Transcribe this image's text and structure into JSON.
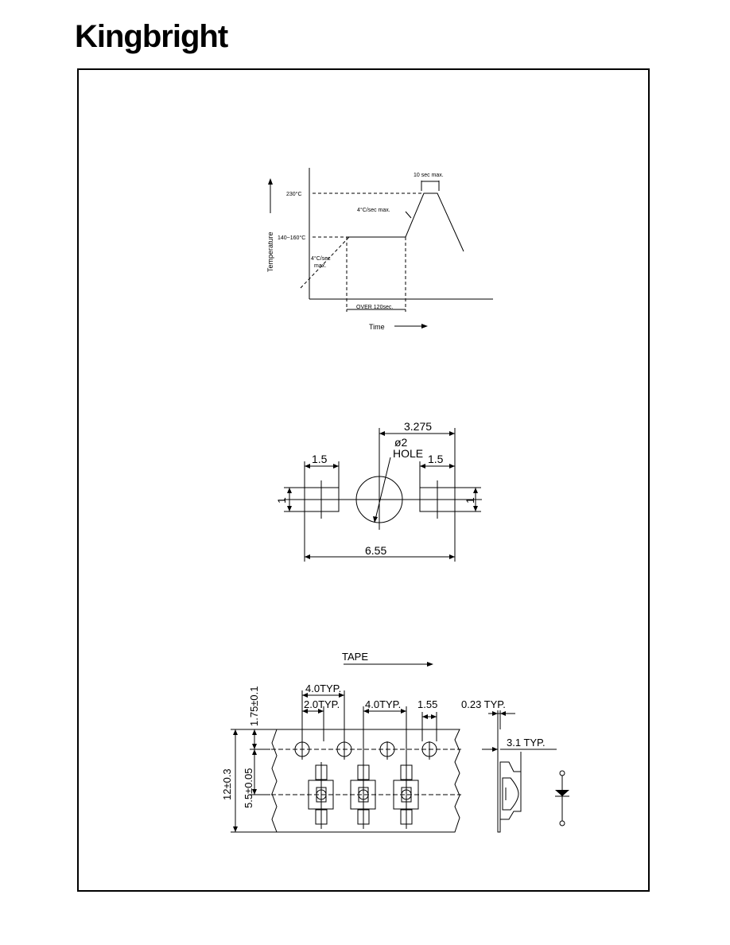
{
  "brand": {
    "name": "Kingbright"
  },
  "profile": {
    "peak_temp": "230°C",
    "preheat_temp": "140~160°C",
    "peak_time": "10 sec max.",
    "ramp_up_label": "4°C/sec max.",
    "ramp_preheat_line1": "4°C/sec",
    "ramp_preheat_line2": "max.",
    "preheat_time": "OVER 120sec.",
    "y_axis": "Temperature",
    "x_axis": "Time"
  },
  "pads": {
    "pitch": "3.275",
    "hole_line1": "ø2",
    "hole_line2": "HOLE",
    "pad_width_left": "1.5",
    "pad_width_right": "1.5",
    "pad_height_left": "1",
    "pad_height_right": "1",
    "overall": "6.55"
  },
  "tape": {
    "direction": "TAPE",
    "pitch_top": "4.0TYP.",
    "hole_pitch": "2.0TYP.",
    "pocket_pitch": "4.0TYP.",
    "hole_dia": "1.55",
    "thickness": "0.23  TYP.",
    "depth": "3.1  TYP.",
    "edge": "1.75±0.1",
    "center": "5.5±0.05",
    "width": "12±0.3"
  }
}
